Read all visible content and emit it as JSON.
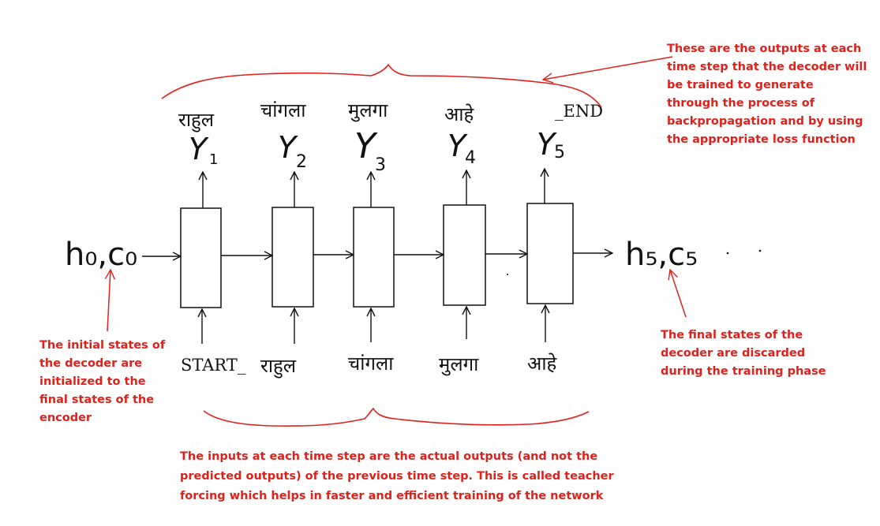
{
  "colors": {
    "ink": "#111111",
    "annotation": "#e0211b",
    "background": "#ffffff"
  },
  "initial_state_label": "h₀,c₀",
  "final_state_label": "h₅,c₅",
  "cells": [
    {
      "output_word": "राहुल",
      "output_symbol": "Y",
      "output_index": "1",
      "input_word": "START_"
    },
    {
      "output_word": "चांगला",
      "output_symbol": "Y",
      "output_index": "2",
      "input_word": "राहुल"
    },
    {
      "output_word": "मुलगा",
      "output_symbol": "Y",
      "output_index": "3",
      "input_word": "चांगला"
    },
    {
      "output_word": "आहे",
      "output_symbol": "Y",
      "output_index": "4",
      "input_word": "मुलगा"
    },
    {
      "output_word": "_END",
      "output_symbol": "Y",
      "output_index": "5",
      "input_word": "आहे"
    }
  ],
  "notes": {
    "outputs": [
      "These are the outputs at each",
      "time step that the decoder will",
      "be trained to generate",
      "through the process of",
      "backpropagation and by using",
      "the appropriate loss function"
    ],
    "initial": [
      "The initial states of",
      "the decoder are",
      "initialized to the",
      "final states of the",
      "encoder"
    ],
    "final": [
      "The final states of the",
      "decoder are discarded",
      "during the training phase"
    ],
    "inputs": [
      "The inputs at each time step are the actual outputs (and not the",
      "predicted outputs) of the previous time step. This is called teacher",
      "forcing which helps in faster and efficient training of the network"
    ]
  }
}
